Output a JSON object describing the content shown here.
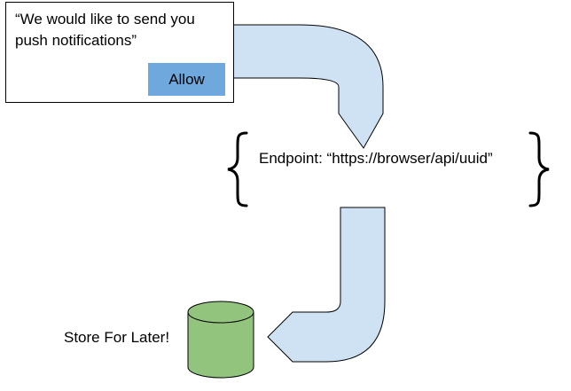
{
  "dialog": {
    "message": "“We would like to send you push notifications”",
    "allow_label": "Allow"
  },
  "endpoint": {
    "text": "Endpoint: “https://browser/api/uuid”"
  },
  "storage": {
    "label": "Store For Later!"
  },
  "colors": {
    "arrow_fill": "#cfe2f3",
    "button_fill": "#6fa8dc",
    "database_fill": "#93c47d",
    "stroke": "#000000"
  }
}
